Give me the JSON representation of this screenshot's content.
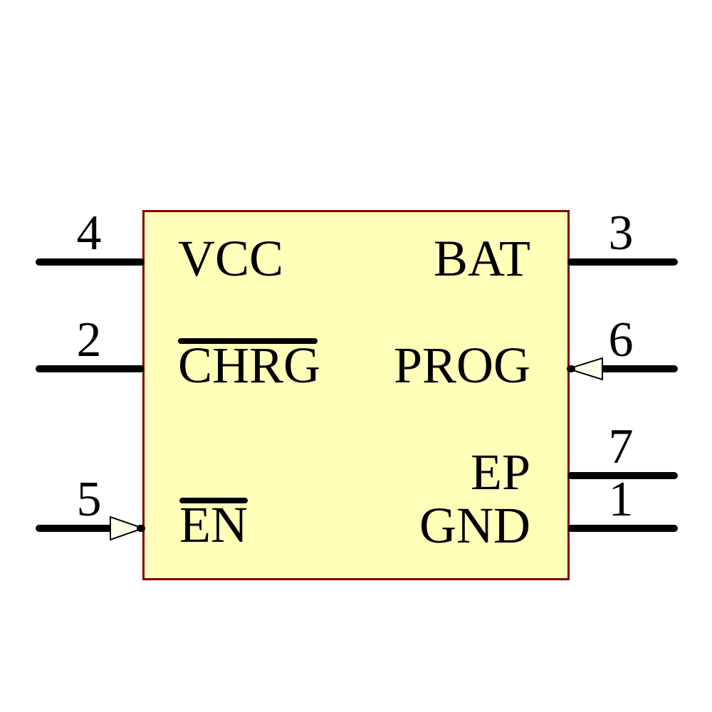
{
  "symbol": {
    "type": "schematic-component-symbol",
    "colors": {
      "body_fill": "#FFFFB9",
      "body_border": "#7F0000",
      "wire": "#000000",
      "arrow_fill": "#FFFFEC",
      "background": "#FFFFFF"
    },
    "pins": [
      {
        "number": "4",
        "name": "VCC",
        "side": "left",
        "overline": false,
        "input_arrow": false
      },
      {
        "number": "2",
        "name": "CHRG",
        "side": "left",
        "overline": true,
        "input_arrow": false
      },
      {
        "number": "5",
        "name": "EN",
        "side": "left",
        "overline": true,
        "input_arrow": true
      },
      {
        "number": "3",
        "name": "BAT",
        "side": "right",
        "overline": false,
        "input_arrow": false
      },
      {
        "number": "6",
        "name": "PROG",
        "side": "right",
        "overline": false,
        "input_arrow": true
      },
      {
        "number": "7",
        "name": "EP",
        "side": "right",
        "overline": false,
        "input_arrow": false
      },
      {
        "number": "1",
        "name": "GND",
        "side": "right",
        "overline": false,
        "input_arrow": false
      }
    ]
  }
}
